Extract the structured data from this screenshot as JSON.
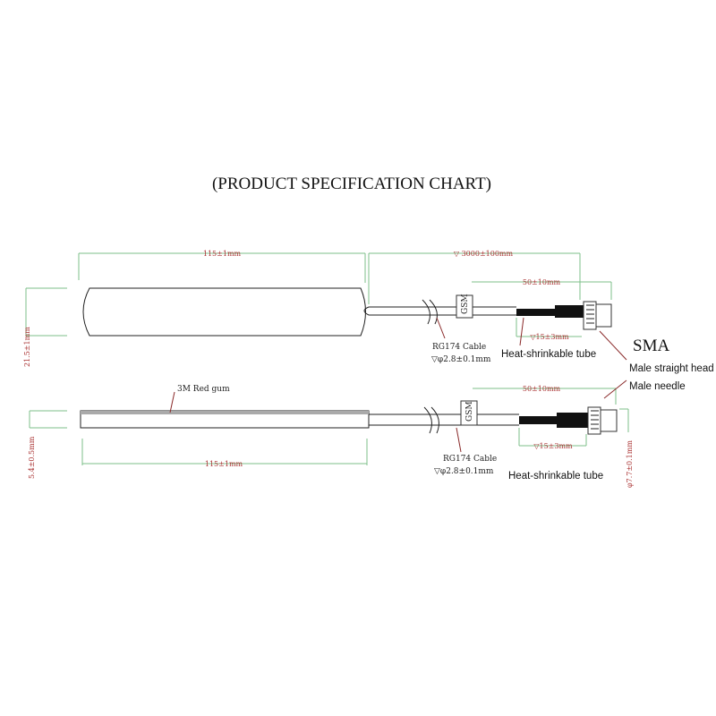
{
  "title": "(PRODUCT SPECIFICATION CHART)",
  "top_view": {
    "length": "115±1mm",
    "width": "21.5±1mm",
    "cable_length": "▽ 3000±100mm",
    "connector_span": "50±10mm",
    "tube_length": "▽15±3mm",
    "gsm_tag": "GSM",
    "cable_label": "RG174 Cable",
    "cable_diameter": "▽φ2.8±0.1mm",
    "tube_label": "Heat-shrinkable tube",
    "connector_type": "SMA",
    "connector_head": "Male straight head",
    "connector_pin": "Male needle"
  },
  "side_view": {
    "adhesive": "3M Red gum",
    "thickness": "5.4±0.5mm",
    "length": "115±1mm",
    "connector_span": "50±10mm",
    "tube_length": "▽15±3mm",
    "gsm_tag": "GSM",
    "cable_label": "RG174 Cable",
    "cable_diameter": "▽φ2.8±0.1mm",
    "tube_label": "Heat-shrinkable tube",
    "connector_diameter": "φ7.7±0.1mm"
  }
}
